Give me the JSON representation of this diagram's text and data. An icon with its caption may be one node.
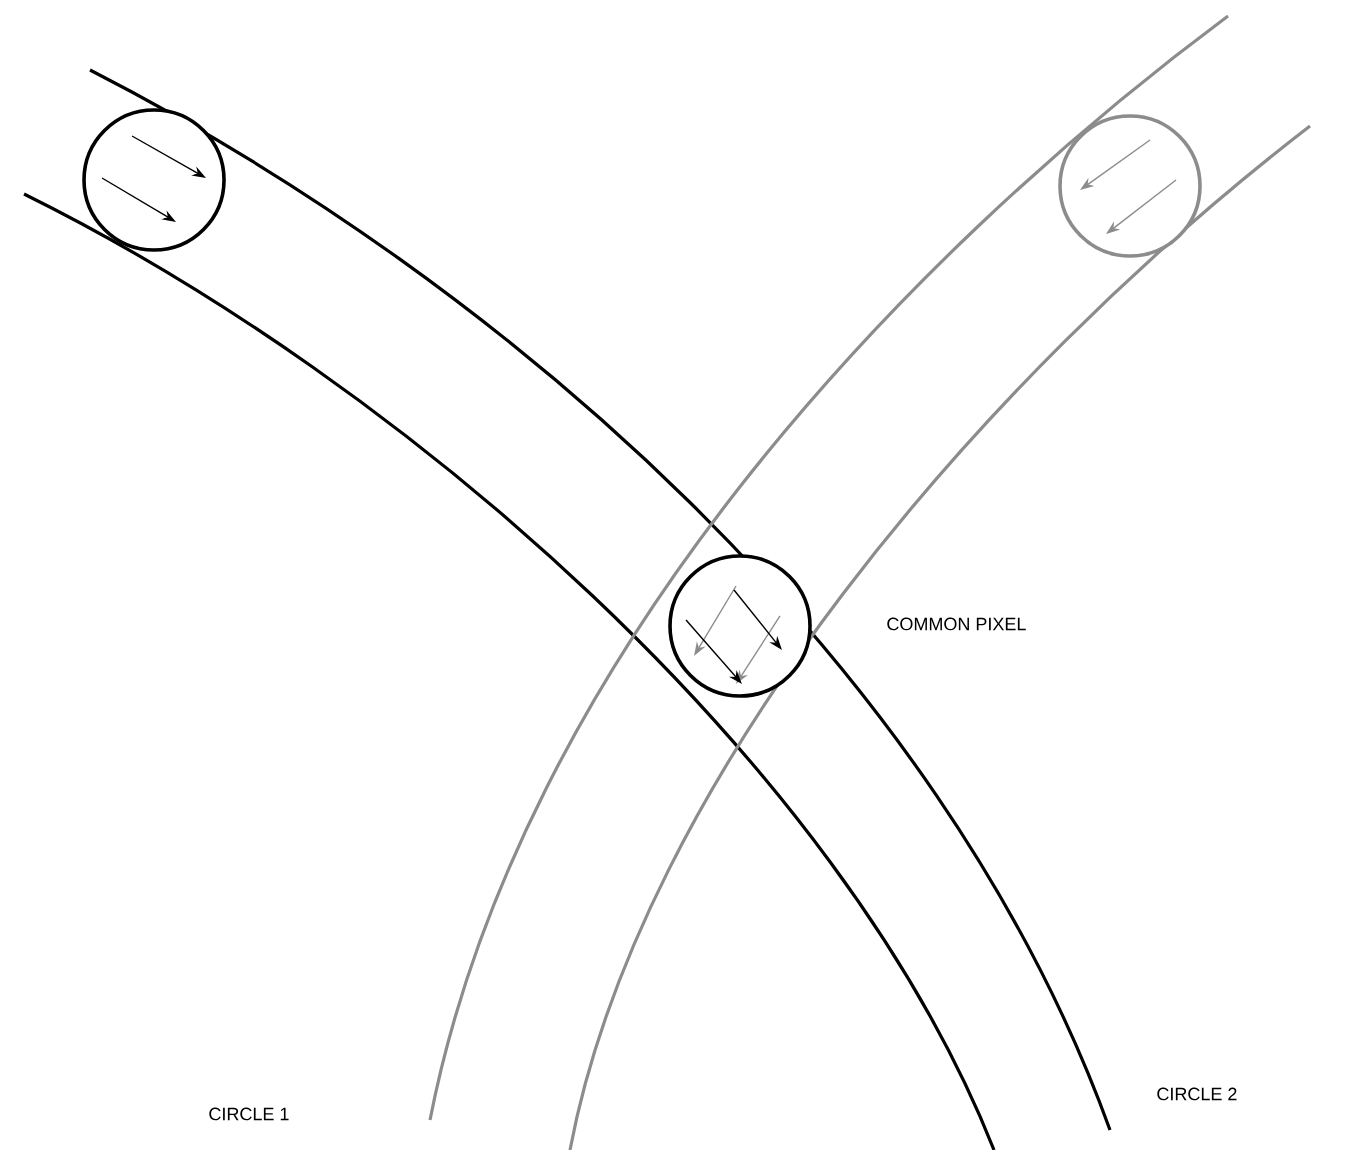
{
  "diagram": {
    "nodes": [
      {
        "text": [],
        "shape": "circle"
      },
      {
        "text": [],
        "shape": "circle"
      },
      {
        "text": [],
        "shape": "circle"
      }
    ],
    "labels": [
      "COMMON PIXEL",
      "CIRCLE 2",
      "CIRCLE 1"
    ]
  }
}
